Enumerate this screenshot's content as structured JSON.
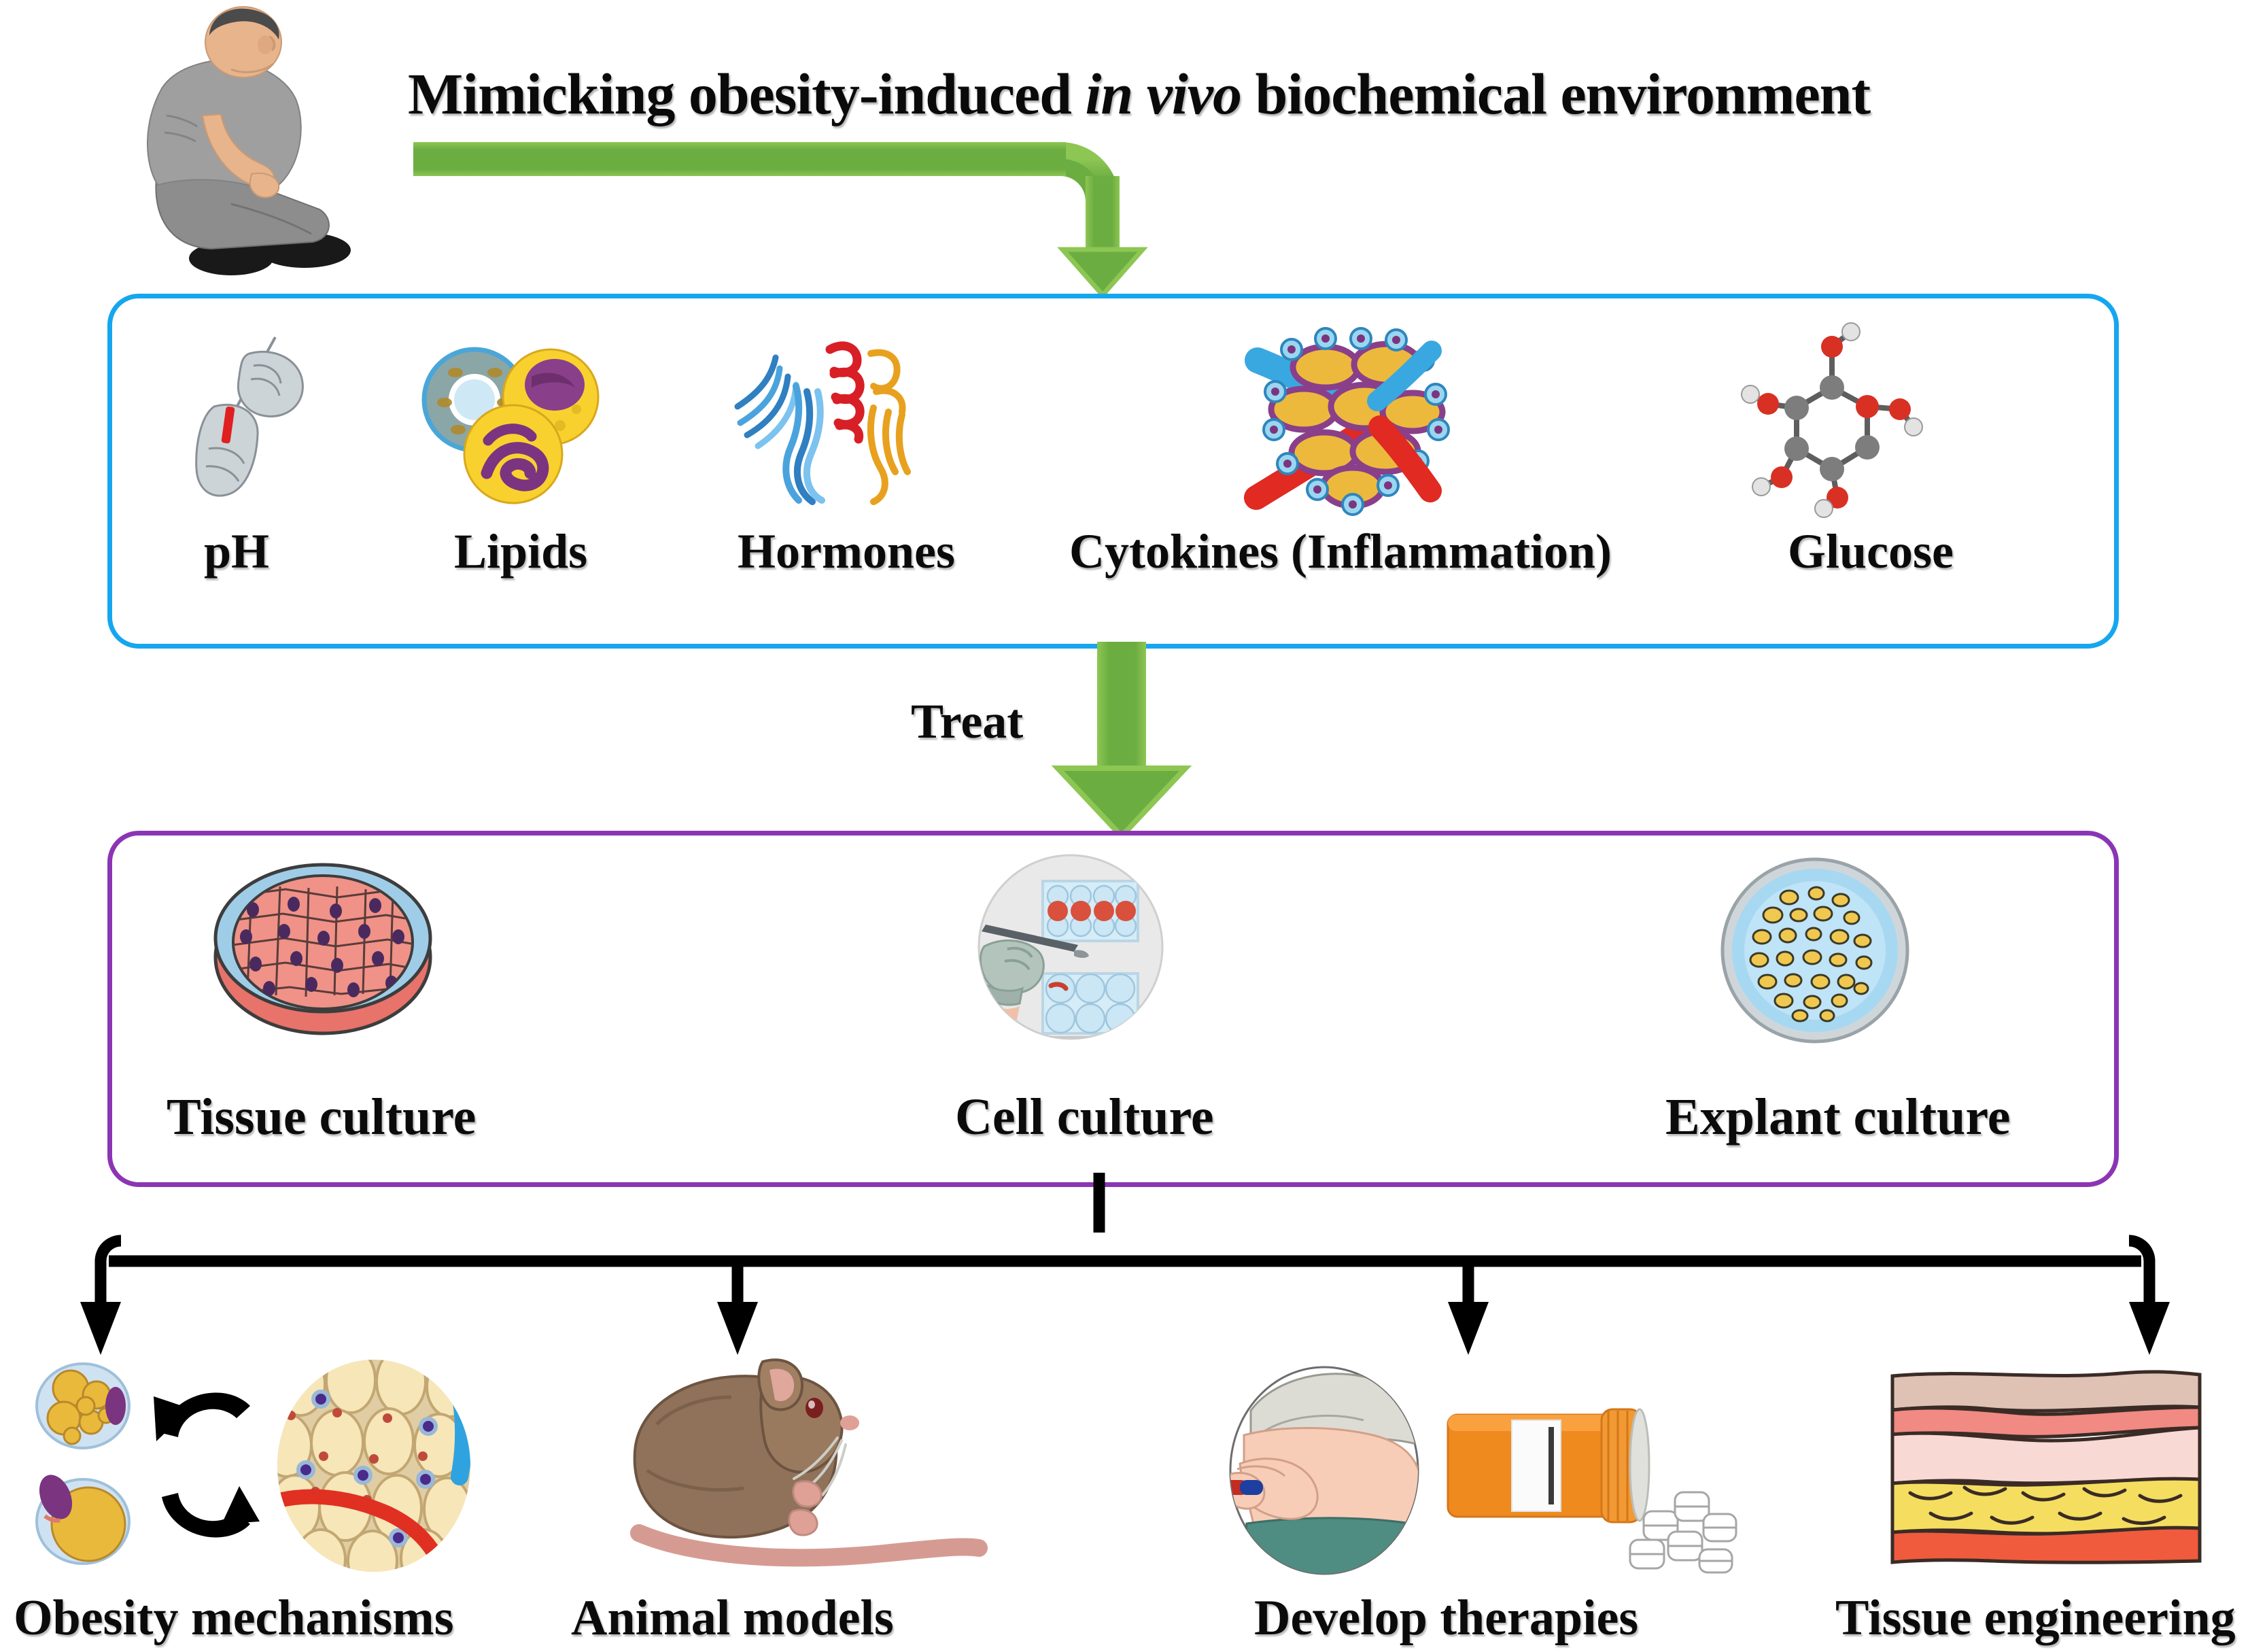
{
  "figure": {
    "type": "scientific-schematic",
    "background": "#ffffff",
    "accent_colors": {
      "green_arrow": "#6cad42",
      "green_arrow_light": "#8dc653",
      "factors_box_border": "#16a6ef",
      "cultures_box_border": "#8b35b5",
      "black_arrow": "#000000"
    }
  },
  "title": {
    "before_italic": "Mimicking obesity-induced ",
    "italic": "in vivo",
    "after_italic": " biochemical environment"
  },
  "source_actor": {
    "icon": "obese-person-sitting-icon",
    "colors": {
      "shirt": "#9b9b9b",
      "pants": "#8a8a8a",
      "skin": "#e8b48c",
      "hair": "#4a4a4a",
      "shoes": "#1c1c1c"
    }
  },
  "flow": {
    "top_arrow": {
      "icon": "elbow-arrow-down-icon",
      "label": ""
    },
    "treat_arrow": {
      "icon": "arrow-down-icon",
      "label": "Treat"
    },
    "branch": {
      "icon": "branching-arrows-icon",
      "branch_count": 4
    }
  },
  "factors_panel": {
    "border_color": "#16a6ef",
    "items": [
      {
        "label": "pH",
        "icon": "gloved-hand-ph-strip-icon"
      },
      {
        "label": "Lipids",
        "icon": "lipid-droplet-cells-icon"
      },
      {
        "label": "Hormones",
        "icon": "protein-ribbon-structure-icon"
      },
      {
        "label": "Cytokines (Inflammation)",
        "icon": "cytokine-cluster-icon"
      },
      {
        "label": "Glucose",
        "icon": "glucose-molecule-icon"
      }
    ]
  },
  "cultures_panel": {
    "border_color": "#8b35b5",
    "items": [
      {
        "label": "Tissue culture",
        "icon": "petri-dish-tissue-icon"
      },
      {
        "label": "Cell culture",
        "icon": "gloved-hand-well-plate-icon"
      },
      {
        "label": "Explant culture",
        "icon": "petri-dish-explants-icon"
      }
    ]
  },
  "outcomes_panel": {
    "items": [
      {
        "label": "Obesity mechanisms",
        "icon": "adipocyte-cycle-icon"
      },
      {
        "label": "Animal models",
        "icon": "rodent-icon"
      },
      {
        "label": "Develop therapies",
        "icon": "pill-bottle-patient-icon"
      },
      {
        "label": "Tissue engineering",
        "icon": "skin-layers-cross-section-icon"
      }
    ]
  }
}
